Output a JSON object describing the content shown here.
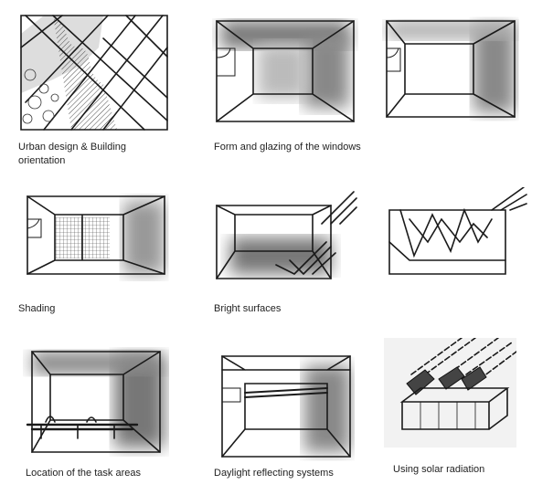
{
  "panels": [
    {
      "id": "urban",
      "caption": "Urban design & Building orientation"
    },
    {
      "id": "form",
      "caption": "Form and glazing of the windows"
    },
    {
      "id": "form2",
      "caption": ""
    },
    {
      "id": "shading",
      "caption": "Shading"
    },
    {
      "id": "bright",
      "caption": "Bright surfaces"
    },
    {
      "id": "bright2",
      "caption": ""
    },
    {
      "id": "task",
      "caption": "Location of the task areas"
    },
    {
      "id": "daylight",
      "caption": "Daylight reflecting systems"
    },
    {
      "id": "solar",
      "caption": "Using solar radiation"
    }
  ],
  "colors": {
    "ink": "#1a1a1a",
    "shade": "#9a9a9a",
    "text": "#222222"
  }
}
